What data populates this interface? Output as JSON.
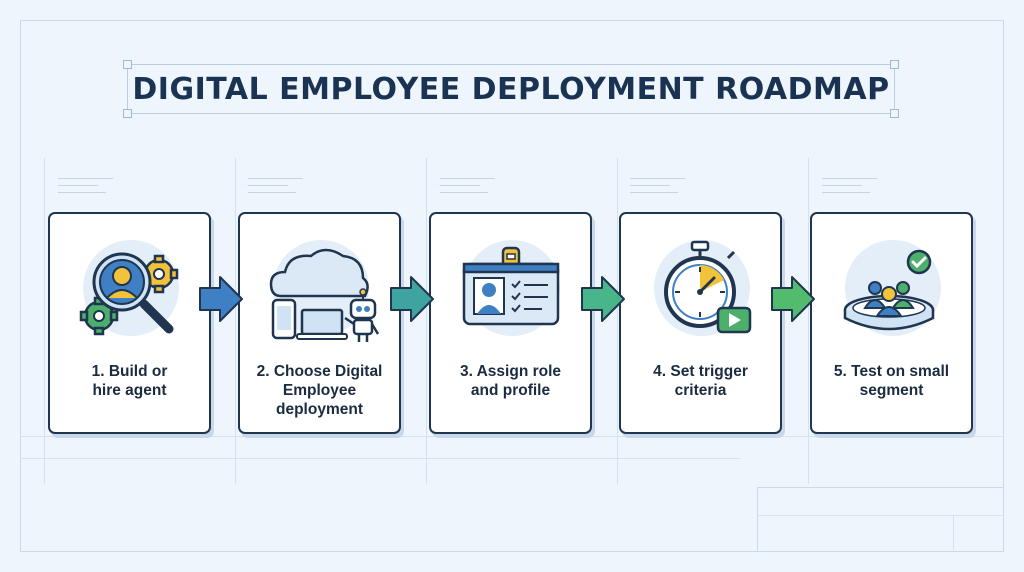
{
  "title": "DIGITAL EMPLOYEE DEPLOYMENT ROADMAP",
  "steps": [
    {
      "label": "1. Build or\nhire agent",
      "icon": "magnifier-person-gears-icon"
    },
    {
      "label": "2. Choose Digital\nEmployee\ndeployment",
      "icon": "cloud-devices-robot-icon"
    },
    {
      "label": "3. Assign role\nand profile",
      "icon": "id-badge-icon"
    },
    {
      "label": "4. Set trigger\ncriteria",
      "icon": "stopwatch-play-icon"
    },
    {
      "label": "5. Test on small\nsegment",
      "icon": "group-check-platform-icon"
    }
  ],
  "colors": {
    "arrow_1": "#3f7fc4",
    "arrow_2": "#3fa3a0",
    "arrow_3": "#48b58a",
    "arrow_4": "#52bb6e",
    "navy": "#1f3550",
    "blue": "#3f7fc4",
    "green": "#4caf6b",
    "yellow": "#f2c23a"
  }
}
